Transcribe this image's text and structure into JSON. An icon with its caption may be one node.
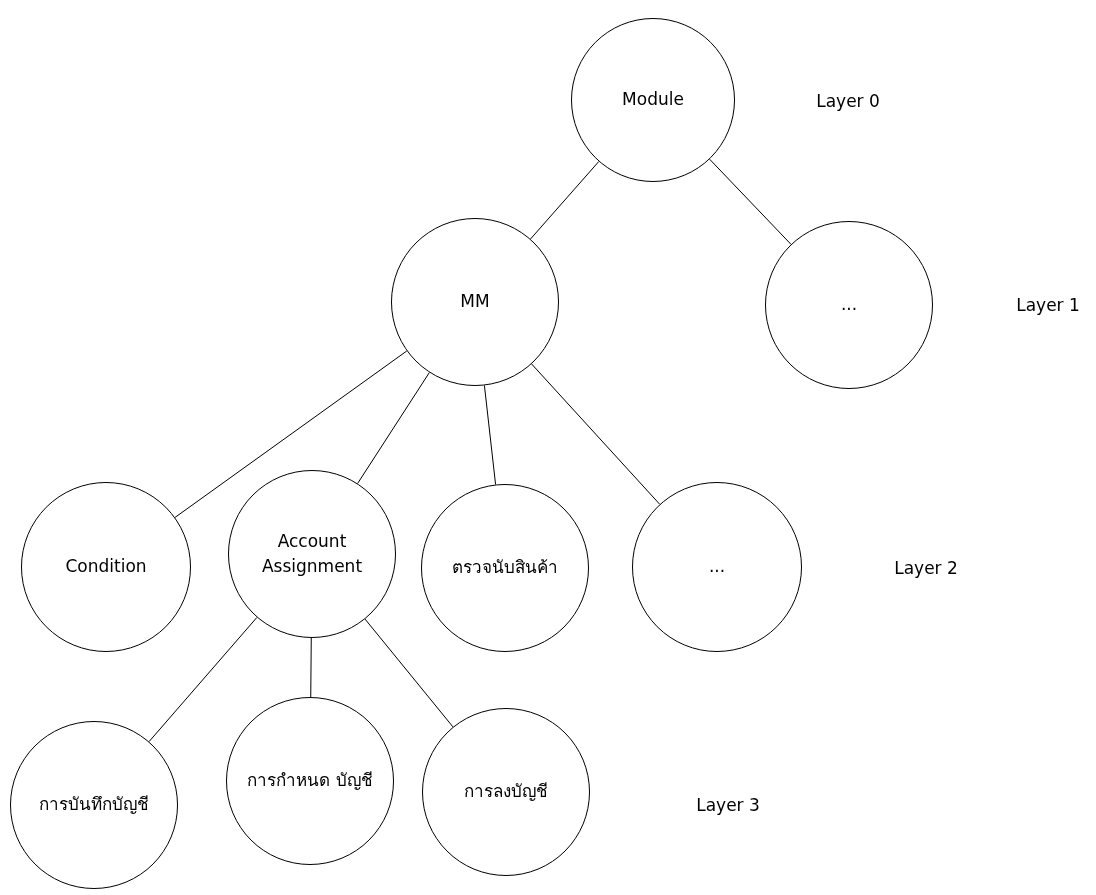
{
  "diagram": {
    "nodes": [
      {
        "text": [
          "Module"
        ]
      },
      {
        "text": [
          "MM"
        ]
      },
      {
        "text": [
          "..."
        ]
      },
      {
        "text": [
          "Condition"
        ]
      },
      {
        "text": [
          "Account Assignment"
        ]
      },
      {
        "text": [
          "ตรวจนับสินค้า"
        ]
      },
      {
        "text": [
          "..."
        ]
      },
      {
        "text": [
          "การบันทึกบัญชี"
        ]
      },
      {
        "text": [
          "การกำหนด บัญชี"
        ]
      },
      {
        "text": [
          "การลงบัญชี"
        ]
      }
    ],
    "edges": [
      {
        "from": 0,
        "to": 1,
        "arrow": "none"
      },
      {
        "from": 0,
        "to": 2,
        "arrow": "none"
      },
      {
        "from": 1,
        "to": 3,
        "arrow": "none"
      },
      {
        "from": 1,
        "to": 4,
        "arrow": "none"
      },
      {
        "from": 1,
        "to": 5,
        "arrow": "none"
      },
      {
        "from": 1,
        "to": 6,
        "arrow": "none"
      },
      {
        "from": 4,
        "to": 7,
        "arrow": "none"
      },
      {
        "from": 4,
        "to": 8,
        "arrow": "none"
      },
      {
        "from": 4,
        "to": 9,
        "arrow": "none"
      }
    ],
    "labels": [
      "Layer 0",
      "Layer 1",
      "Layer 2",
      "Layer 3"
    ]
  }
}
